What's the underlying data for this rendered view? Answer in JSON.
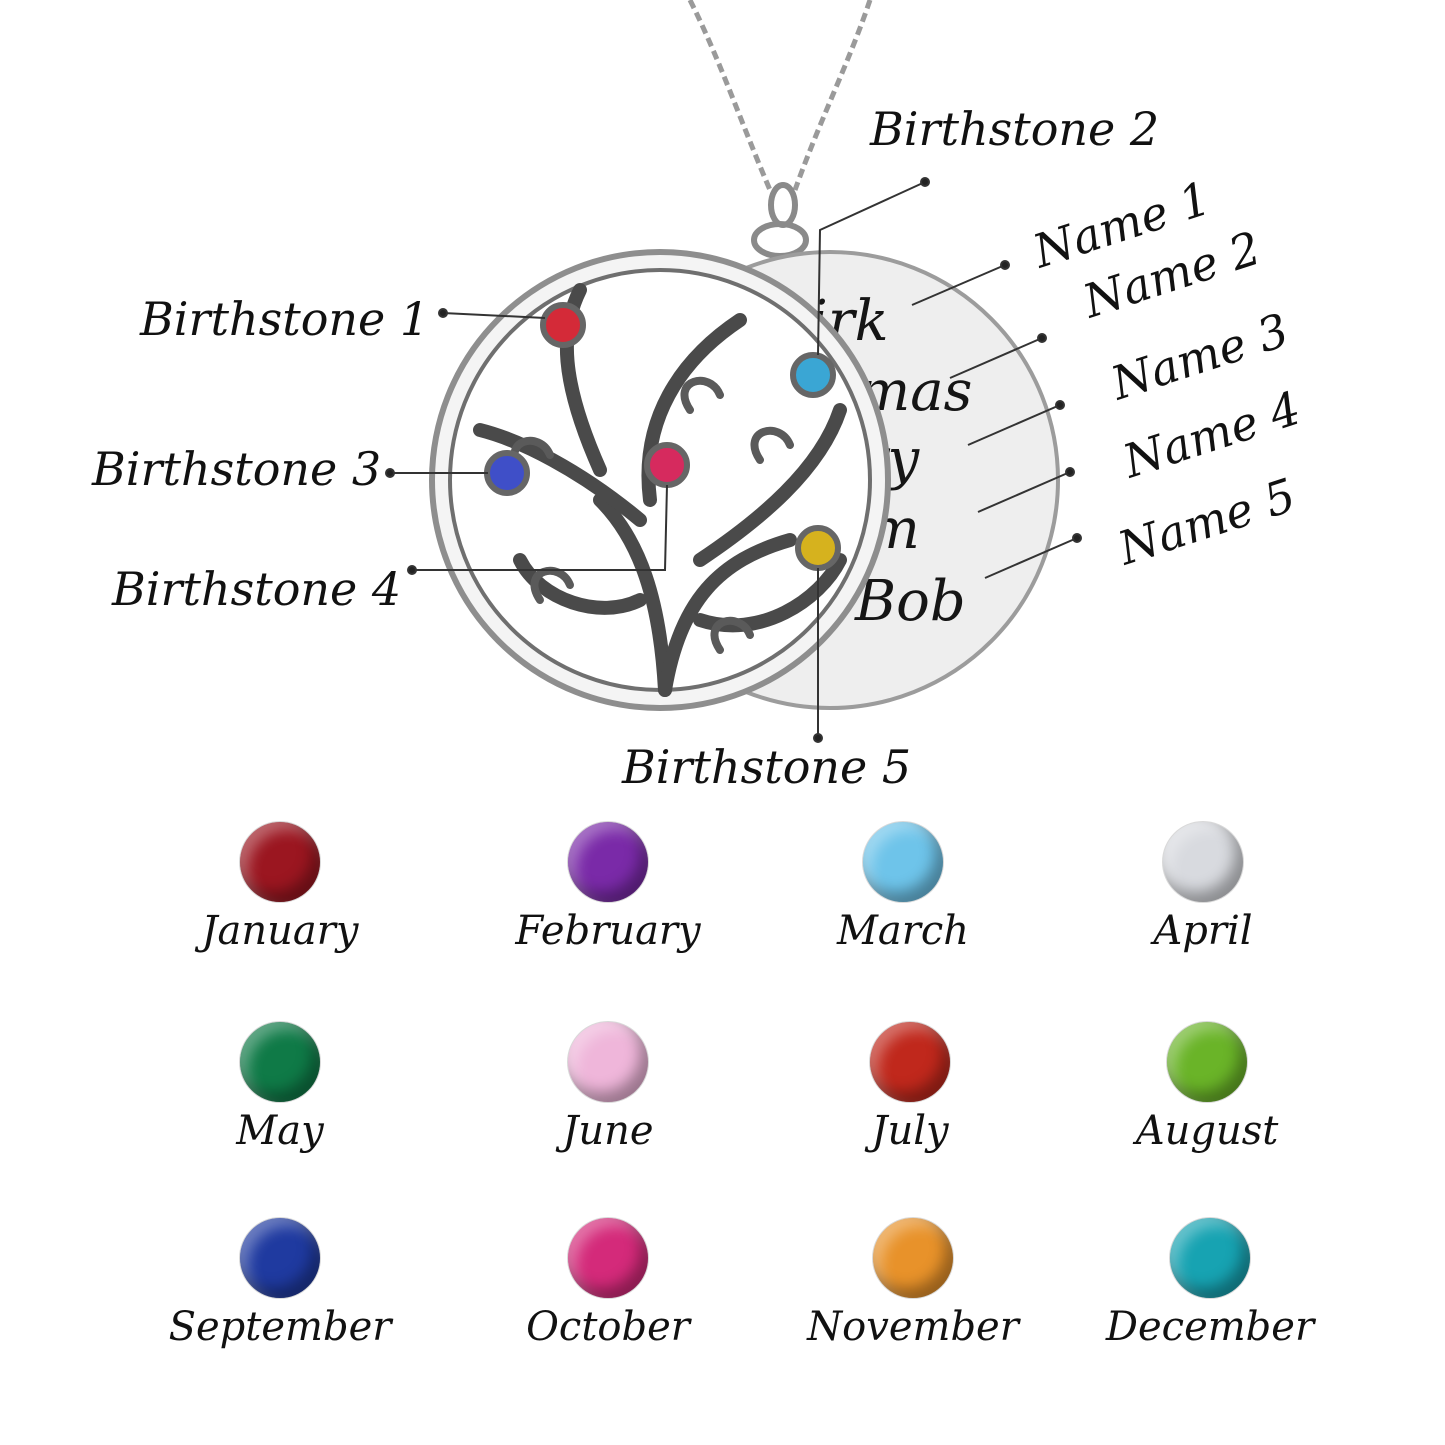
{
  "labels": {
    "birthstone_1": "Birthstone 1",
    "birthstone_2": "Birthstone 2",
    "birthstone_3": "Birthstone 3",
    "birthstone_4": "Birthstone 4",
    "birthstone_5": "Birthstone 5",
    "name_1": "Name 1",
    "name_2": "Name 2",
    "name_3": "Name 3",
    "name_4": "Name 4",
    "name_5": "Name 5"
  },
  "engraved_names": [
    "Dirk",
    "Thomas",
    "Mary",
    "Tom",
    "Bob"
  ],
  "pendant_stones": [
    {
      "color": "#d42a38"
    },
    {
      "color": "#3aa6d4"
    },
    {
      "color": "#3f4fc8"
    },
    {
      "color": "#d62a5e"
    },
    {
      "color": "#d6b21e"
    }
  ],
  "birthstones": [
    {
      "month": "January",
      "color": "#9b1620"
    },
    {
      "month": "February",
      "color": "#7a2aa8"
    },
    {
      "month": "March",
      "color": "#6ec4ea"
    },
    {
      "month": "April",
      "color": "#d8dadf"
    },
    {
      "month": "May",
      "color": "#0f7a47"
    },
    {
      "month": "June",
      "color": "#efb6da"
    },
    {
      "month": "July",
      "color": "#c0281c"
    },
    {
      "month": "August",
      "color": "#6ab428"
    },
    {
      "month": "September",
      "color": "#1f3aa0"
    },
    {
      "month": "October",
      "color": "#d42a7a"
    },
    {
      "month": "November",
      "color": "#e8922a"
    },
    {
      "month": "December",
      "color": "#17a3b2"
    }
  ]
}
